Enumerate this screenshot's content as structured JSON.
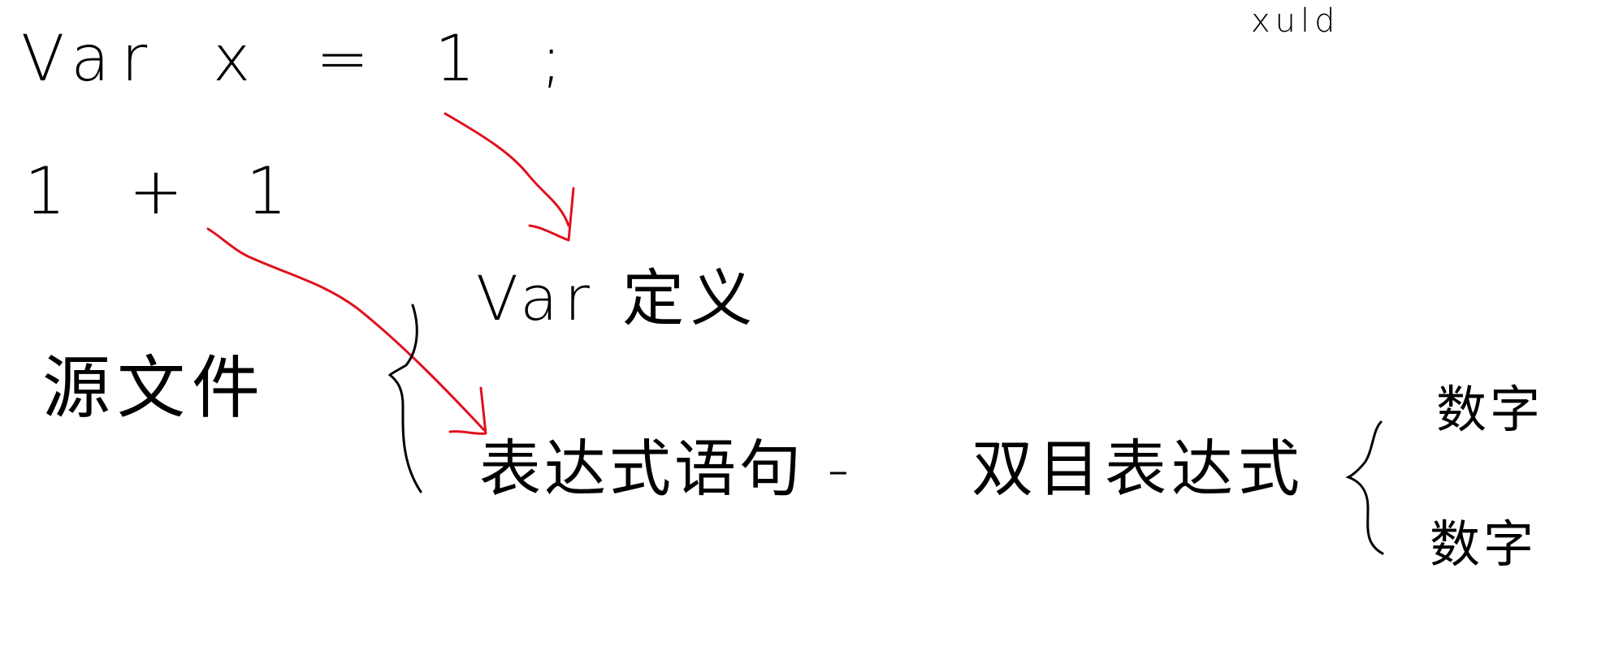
{
  "code": {
    "line1": "Var x = 1 ;",
    "line2": "1 + 1",
    "corner_note": "xuld"
  },
  "tree": {
    "root": "源文件",
    "branch_var": "Var 定义",
    "branch_expr": "表达式语句 -",
    "binary": "双目表达式",
    "operand_1": "数字",
    "operand_2": "数字"
  },
  "colors": {
    "ink": "#000000",
    "arrow": "#e0101e",
    "background": "#ffffff"
  }
}
